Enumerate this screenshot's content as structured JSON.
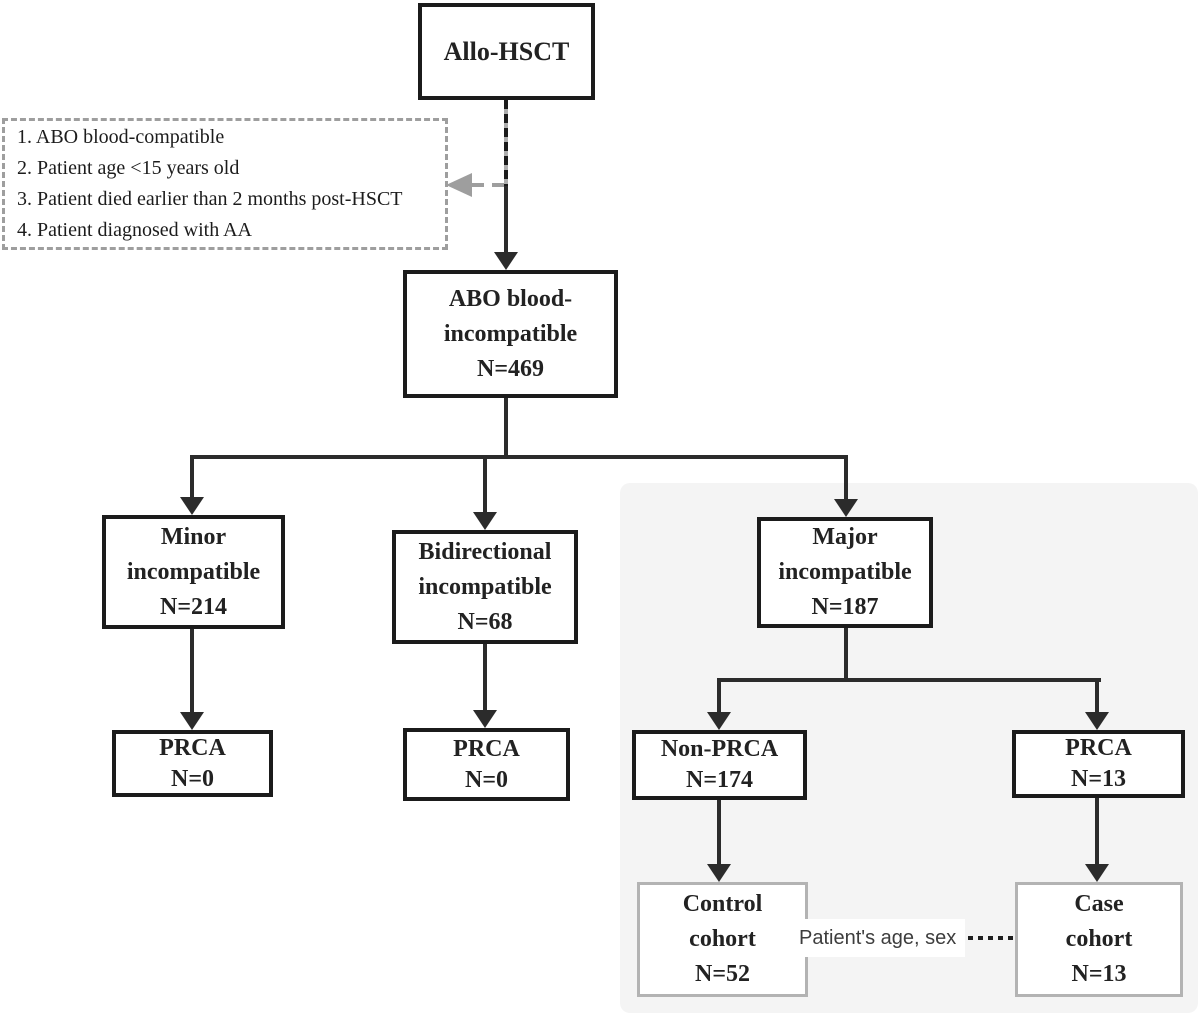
{
  "colors": {
    "ink": "#1b1b1b",
    "line": "#2b2b2b",
    "gray": "#9e9e9e",
    "panel-bg": "#f4f4f4",
    "cohort-border": "#b3b3b3",
    "label-text": "#3d3d3d"
  },
  "nodes": {
    "allo": {
      "lines": [
        "Allo-HSCT"
      ]
    },
    "abo": {
      "lines": [
        "ABO blood-",
        "incompatible",
        "N=469"
      ]
    },
    "minor": {
      "lines": [
        "Minor",
        "incompatible",
        "N=214"
      ]
    },
    "bidirectional": {
      "lines": [
        "Bidirectional",
        "incompatible",
        "N=68"
      ]
    },
    "major": {
      "lines": [
        "Major",
        "incompatible",
        "N=187"
      ]
    },
    "prca_minor": {
      "lines": [
        "PRCA",
        "N=0"
      ]
    },
    "prca_bidirectional": {
      "lines": [
        "PRCA",
        "N=0"
      ]
    },
    "non_prca": {
      "lines": [
        "Non-PRCA",
        "N=174"
      ]
    },
    "prca_major": {
      "lines": [
        "PRCA",
        "N=13"
      ]
    },
    "control": {
      "lines": [
        "Control",
        "cohort",
        "N=52"
      ]
    },
    "case": {
      "lines": [
        "Case",
        "cohort",
        "N=13"
      ]
    }
  },
  "exclusion": {
    "items": [
      "1. ABO blood-compatible",
      "2. Patient age <15 years old",
      "3. Patient died earlier than 2 months post-HSCT",
      "4. Patient diagnosed with AA"
    ]
  },
  "matching_label": "Patient's age, sex"
}
